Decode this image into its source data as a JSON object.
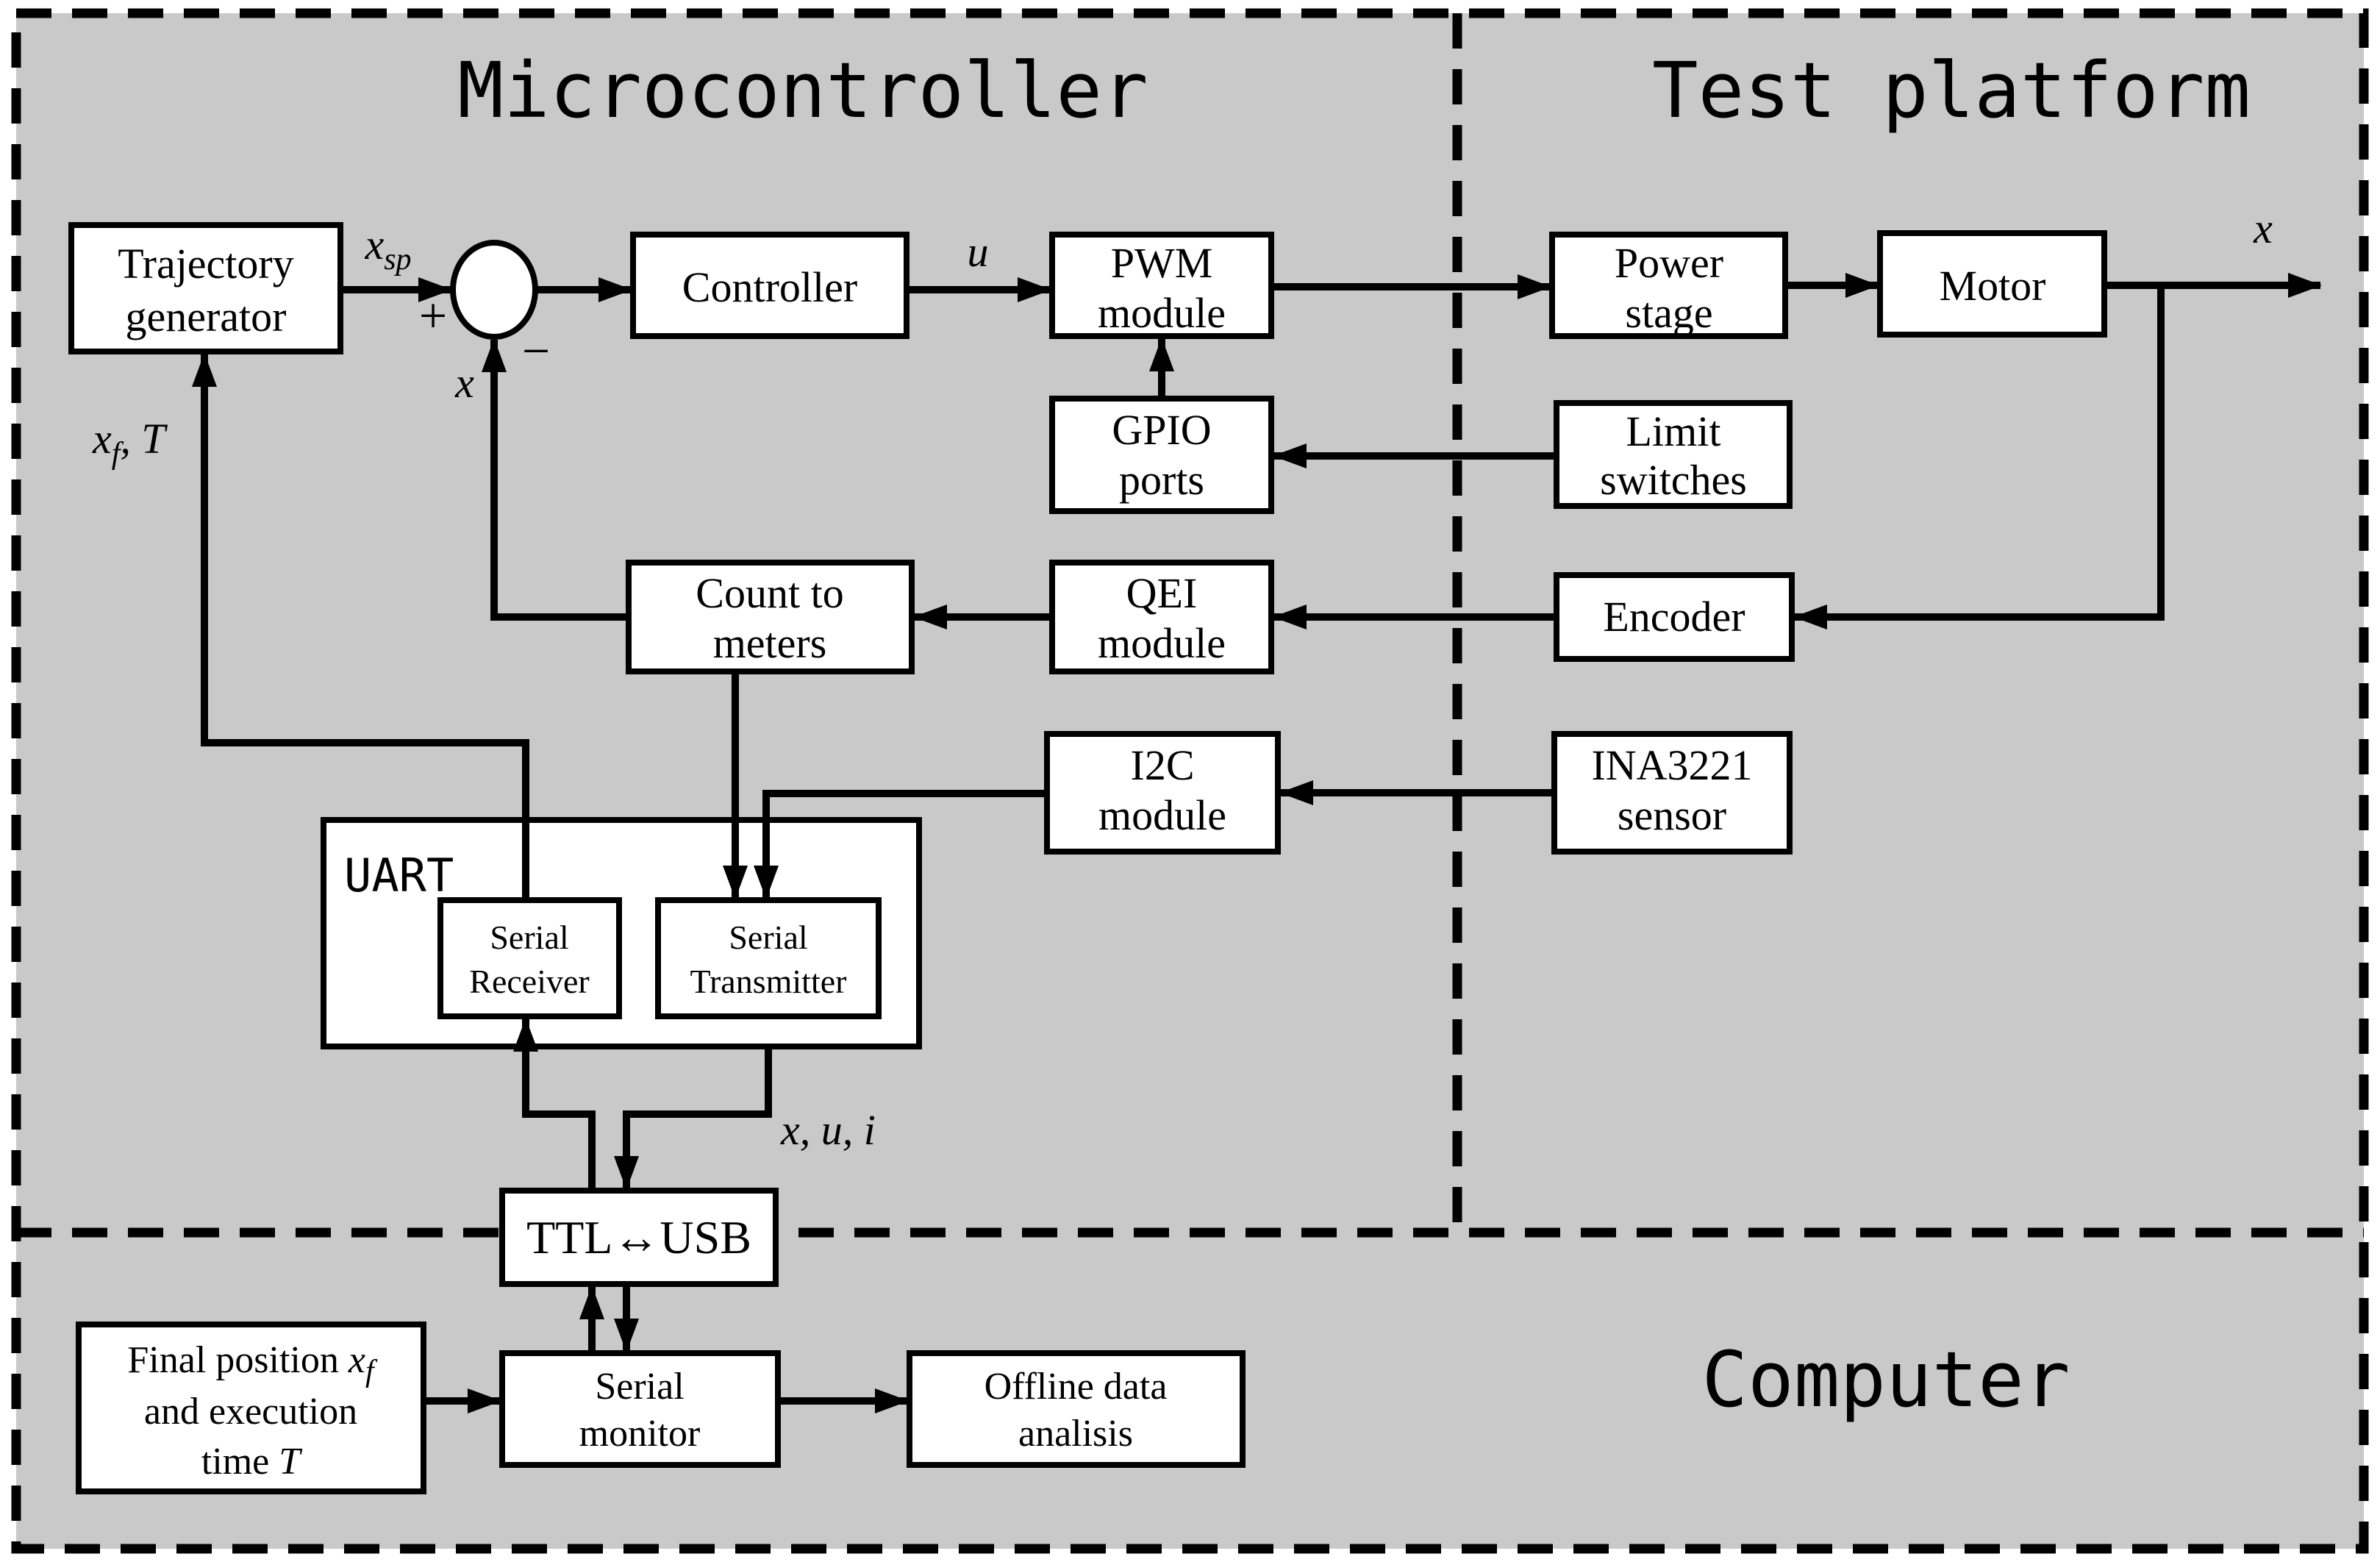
{
  "colors": {
    "page_bg": "#ffffff",
    "region_fill": "#c9c9c9",
    "box_fill": "#ffffff",
    "line": "#000000"
  },
  "regions": {
    "microcontroller": {
      "title": "Microcontroller"
    },
    "test_platform": {
      "title": "Test platform"
    },
    "computer": {
      "title": "Computer"
    }
  },
  "blocks": {
    "trajectory_generator": {
      "line1": "Trajectory",
      "line2": "generator"
    },
    "controller": {
      "line1": "Controller"
    },
    "pwm_module": {
      "line1": "PWM",
      "line2": "module"
    },
    "power_stage": {
      "line1": "Power",
      "line2": "stage"
    },
    "motor": {
      "line1": "Motor"
    },
    "gpio_ports": {
      "line1": "GPIO",
      "line2": "ports"
    },
    "limit_switches": {
      "line1": "Limit",
      "line2": "switches"
    },
    "count_to_meters": {
      "line1": "Count to",
      "line2": "meters"
    },
    "qei_module": {
      "line1": "QEI",
      "line2": "module"
    },
    "encoder": {
      "line1": "Encoder"
    },
    "i2c_module": {
      "line1": "I2C",
      "line2": "module"
    },
    "ina3221_sensor": {
      "line1": "INA3221",
      "line2": "sensor"
    },
    "uart": {
      "label": "UART"
    },
    "serial_receiver": {
      "line1": "Serial",
      "line2": "Receiver"
    },
    "serial_transmitter": {
      "line1": "Serial",
      "line2": "Transmitter"
    },
    "ttl_usb": {
      "label": "TTL↔USB"
    },
    "final_position": {
      "line1_pre": "Final position ",
      "line1_var": "x",
      "line1_sub": "f",
      "line2": "and execution",
      "line3_pre": "time ",
      "line3_var": "T"
    },
    "serial_monitor": {
      "line1": "Serial",
      "line2": "monitor"
    },
    "offline_analysis": {
      "line1": "Offline data",
      "line2": "analisis"
    }
  },
  "signals": {
    "setpoint": {
      "var": "x",
      "sub": "sp"
    },
    "control": {
      "var": "u"
    },
    "position_feedback": {
      "var": "x"
    },
    "position_output": {
      "var": "x"
    },
    "trajectory_params": {
      "var": "x",
      "sub": "f",
      "rest": ", T"
    },
    "telemetry": {
      "text": "x, u, i"
    },
    "sum_plus": "+",
    "sum_minus": "−"
  }
}
